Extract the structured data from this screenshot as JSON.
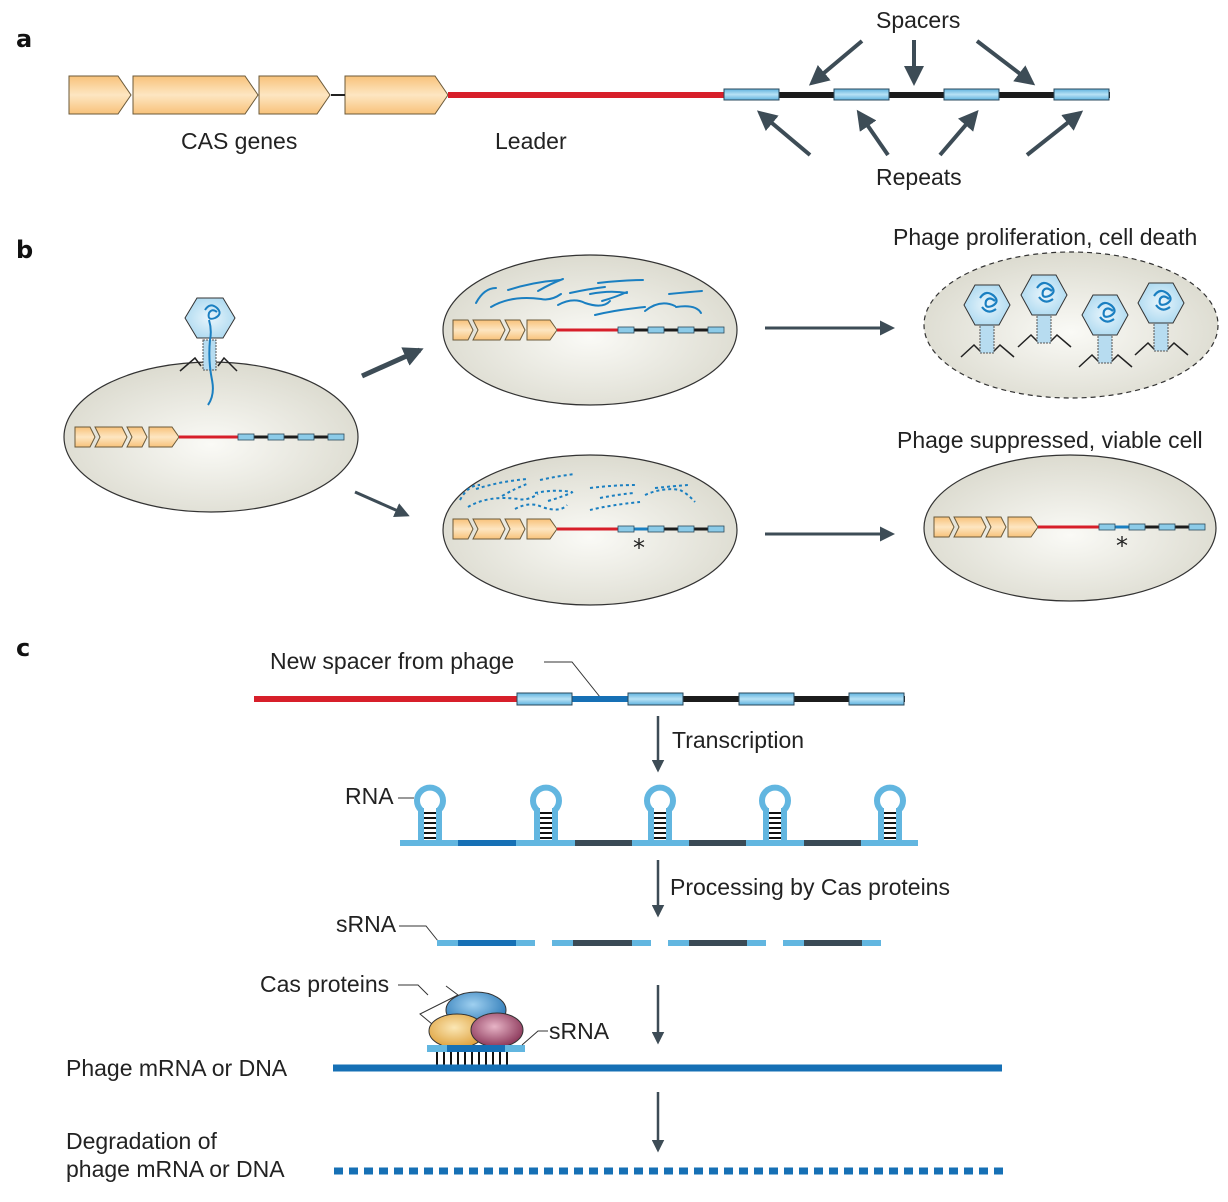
{
  "panels": {
    "a": {
      "label": "a",
      "cas_genes_label": "CAS genes",
      "leader_label": "Leader",
      "spacers_label": "Spacers",
      "repeats_label": "Repeats"
    },
    "b": {
      "label": "b",
      "outcome_death_label": "Phage proliferation, cell death",
      "outcome_viable_label": "Phage suppressed, viable cell",
      "new_spacer_marker": "*"
    },
    "c": {
      "label": "c",
      "new_spacer_label": "New spacer from phage",
      "transcription_label": "Transcription",
      "rna_label": "RNA",
      "processing_label": "Processing by Cas proteins",
      "srna_label": "sRNA",
      "cas_proteins_label": "Cas proteins",
      "srna_bound_label": "sRNA",
      "phage_target_label": "Phage mRNA or DNA",
      "degradation_label_line1": "Degradation of",
      "degradation_label_line2": "phage mRNA or DNA"
    }
  },
  "colors": {
    "gene_fill": "#fcd9a0",
    "gene_stroke": "#6b5a3a",
    "leader": "#d71f2a",
    "repeat_line": "#1c1c1c",
    "spacer_fill": "#8ccbe8",
    "spacer_stroke": "#2b4a5c",
    "arrow": "#3d4c56",
    "cell_fill": "#e3e2d8",
    "phage_blue": "#1a7fc1",
    "rna_light": "#62b6e0",
    "rna_dark_spacer": "#3a4a55",
    "rna_new_spacer": "#1670b5",
    "protein_blue": "#2a7fc0",
    "protein_orange": "#e3a63a",
    "protein_purple": "#8a2f55"
  }
}
